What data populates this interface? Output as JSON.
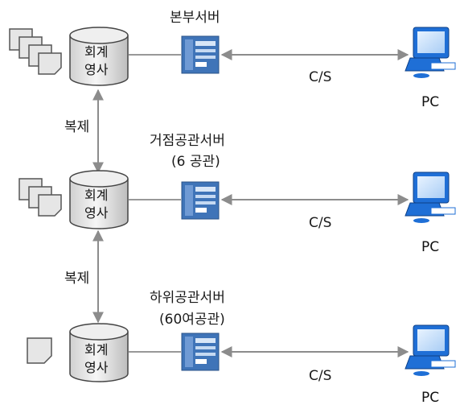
{
  "tiers": [
    {
      "server_label": "본부서버",
      "server_sublabel": "",
      "db_line1": "회계",
      "db_line2": "영사",
      "link_label": "C/S",
      "client_label": "PC"
    },
    {
      "server_label": "거점공관서버",
      "server_sublabel": "(6 공관)",
      "db_line1": "회계",
      "db_line2": "영사",
      "link_label": "C/S",
      "client_label": "PC"
    },
    {
      "server_label": "하위공관서버",
      "server_sublabel": "(60여공관)",
      "db_line1": "회계",
      "db_line2": "영사",
      "link_label": "C/S",
      "client_label": "PC"
    }
  ],
  "replication": [
    {
      "label": "복제"
    },
    {
      "label": "복제"
    }
  ],
  "colors": {
    "monitor_blue": "#1f6fd6",
    "server_blue": "#3f74b8",
    "connector_gray": "#8c8c8c",
    "doc_gray": "#e6e6e6"
  },
  "icons": {
    "documents": "document-stack-icon",
    "database": "database-cylinder-icon",
    "server": "server-icon",
    "client": "desktop-pc-icon"
  }
}
